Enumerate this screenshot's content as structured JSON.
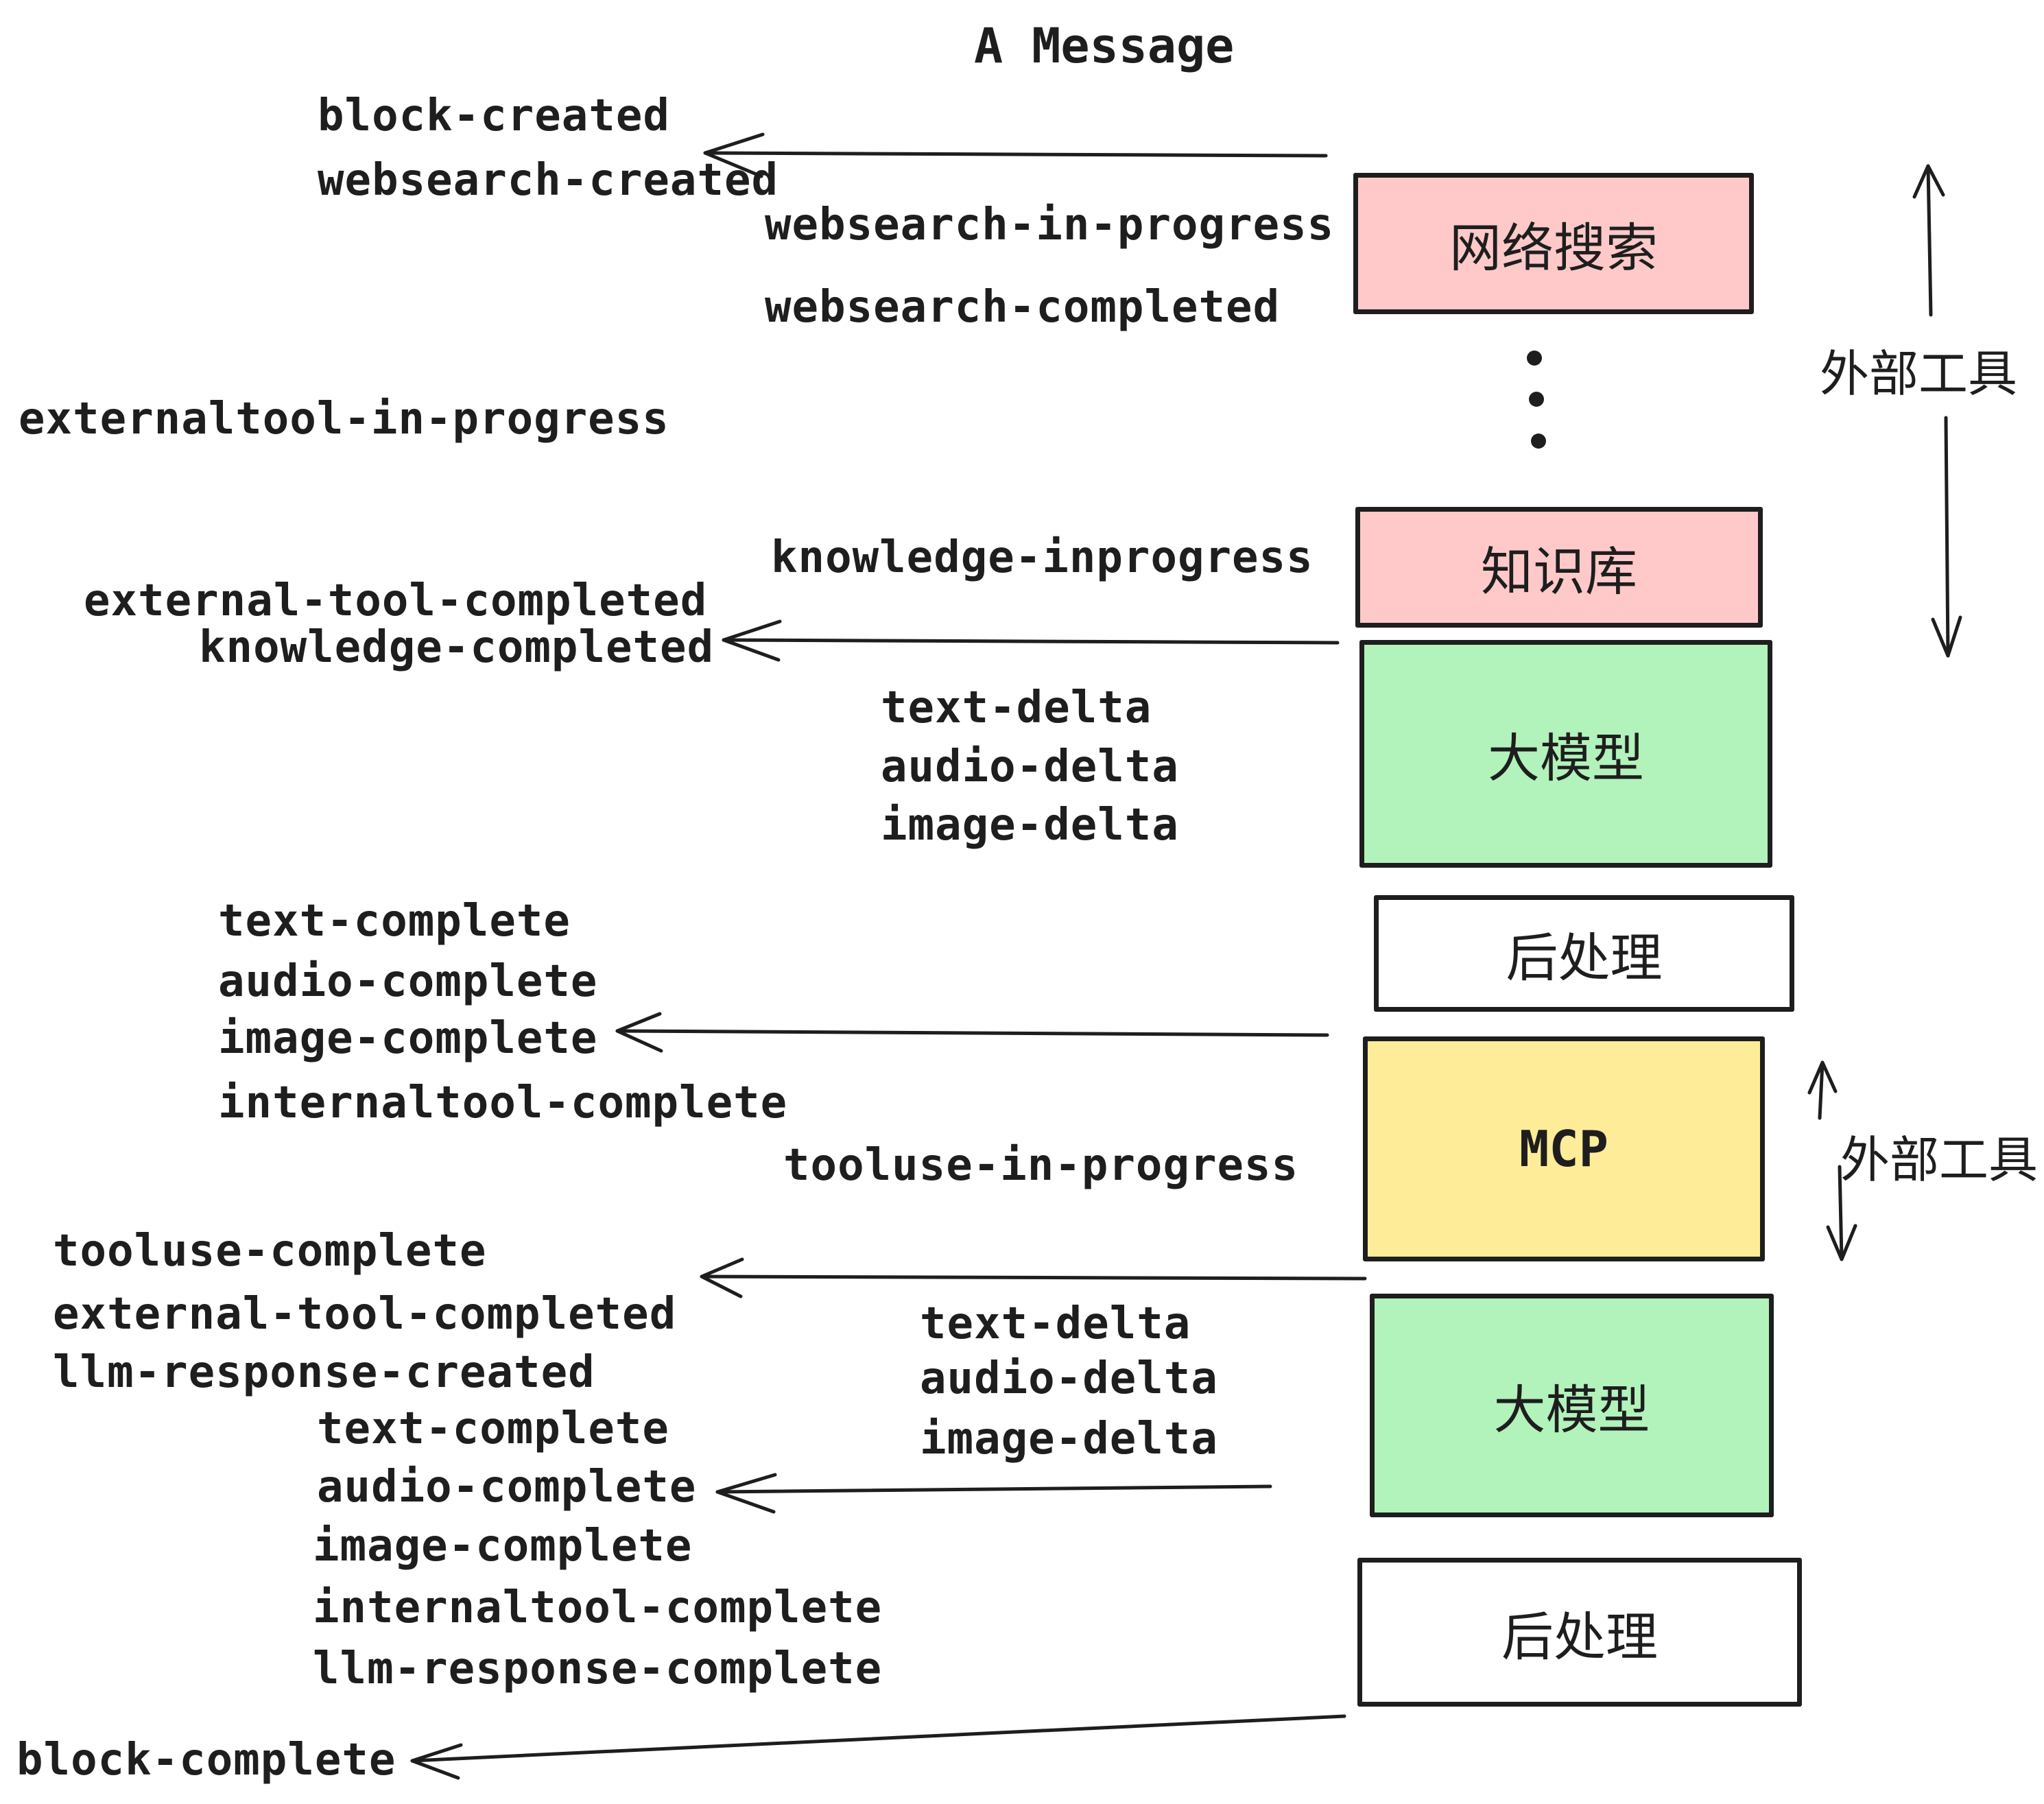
{
  "title": "A Message",
  "colors": {
    "ink": "#1e1e1e",
    "box_pink": "#ffc9c9",
    "box_green": "#b2f2bb",
    "box_yellow": "#ffec99",
    "box_white": "#ffffff",
    "background": "#ffffff"
  },
  "boxes": {
    "websearch": "网络搜索",
    "knowledge": "知识库",
    "llm1": "大模型",
    "post1": "后处理",
    "mcp": "MCP",
    "llm2": "大模型",
    "post2": "后处理"
  },
  "side_labels": {
    "external_tools_top": "外部工具",
    "external_tools_mid": "外部工具"
  },
  "events": {
    "block_created": "block-created",
    "websearch_created": "websearch-created",
    "websearch_in_progress": "websearch-in-progress",
    "websearch_completed": "websearch-completed",
    "externaltool_in_progress": "externaltool-in-progress",
    "knowledge_inprogress": "knowledge-inprogress",
    "external_tool_completed_1": "external-tool-completed",
    "knowledge_completed": "knowledge-completed",
    "text_delta_1": "text-delta",
    "audio_delta_1": "audio-delta",
    "image_delta_1": "image-delta",
    "text_complete_1": "text-complete",
    "audio_complete_1": "audio-complete",
    "image_complete_1": "image-complete",
    "internaltool_complete_1": "internaltool-complete",
    "tooluse_in_progress": "tooluse-in-progress",
    "tooluse_complete": "tooluse-complete",
    "external_tool_completed_2": "external-tool-completed",
    "llm_response_created": "llm-response-created",
    "text_delta_2": "text-delta",
    "audio_delta_2": "audio-delta",
    "image_delta_2": "image-delta",
    "text_complete_2": "text-complete",
    "audio_complete_2": "audio-complete",
    "image_complete_2": "image-complete",
    "internaltool_complete_2": "internaltool-complete",
    "llm_response_complete": "llm-response-complete",
    "block_complete": "block-complete"
  }
}
